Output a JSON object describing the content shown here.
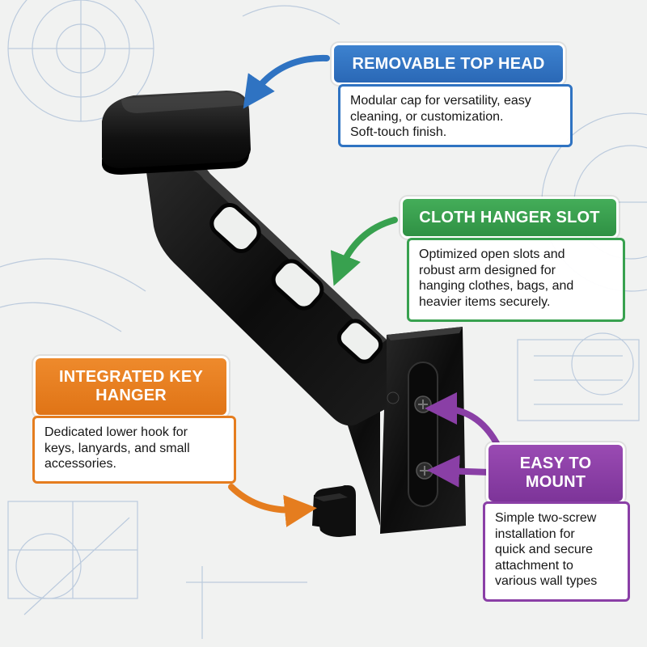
{
  "callouts": {
    "top_head": {
      "title": "REMOVABLE TOP HEAD",
      "lines": [
        "Modular cap for versatility, easy",
        "cleaning, or customization.",
        "Soft-touch finish."
      ],
      "color": "#2f73c2"
    },
    "cloth_slot": {
      "title": "CLOTH HANGER SLOT",
      "lines": [
        "Optimized open slots and",
        "robust arm designed for",
        "hanging clothes, bags, and",
        "heavier items securely."
      ],
      "color": "#38a14f"
    },
    "key_hanger": {
      "title_lines": [
        "INTEGRATED KEY",
        "HANGER"
      ],
      "lines": [
        "Dedicated lower hook for",
        "keys, lanyards, and small",
        "accessories."
      ],
      "color": "#e57d1f"
    },
    "easy_mount": {
      "title_lines": [
        "EASY TO",
        "MOUNT"
      ],
      "lines": [
        "Simple two-screw",
        "installation for",
        "quick and secure",
        "attachment to",
        "various wall types"
      ],
      "color": "#8a3fa6"
    }
  },
  "product": {
    "color": "#0d0d0d"
  }
}
